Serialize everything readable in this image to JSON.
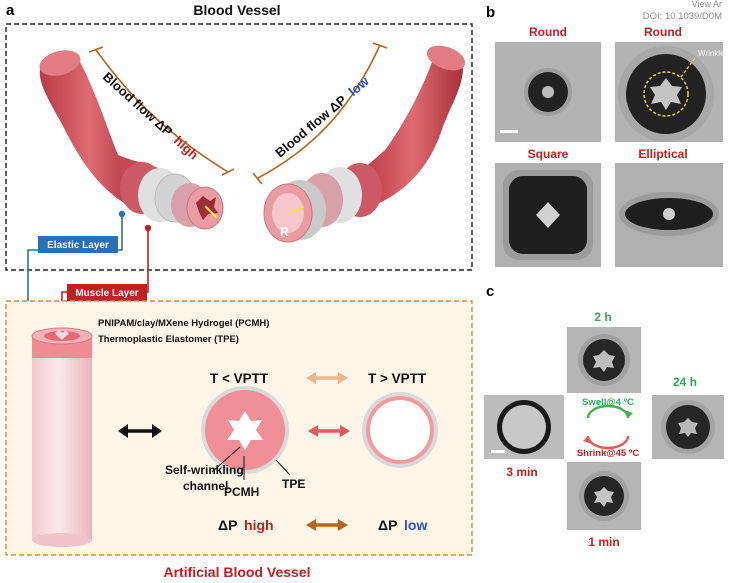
{
  "header": {
    "view_link": "View Ar",
    "doi": "DOI: 10.1039/D0M"
  },
  "panel_a": {
    "letter": "a",
    "top_title": "Blood Vessel",
    "flow_left_prefix": "Blood flow ΔP",
    "flow_left_suffix": "high",
    "flow_right_prefix": "Blood flow ΔP",
    "flow_right_suffix": "low",
    "radius_label": "R",
    "elastic_layer_label": "Elastic Layer",
    "muscle_layer_label": "Muscle Layer",
    "pcmh_label": "PNIPAM/clay/MXene Hydrogel (PCMH)",
    "tpe_label": "Thermoplastic Elastomer (TPE)",
    "t_low": "T < VPTT",
    "t_high": "T > VPTT",
    "self_wrinkling": "Self-wrinkling",
    "channel": "channel",
    "pcmh_short": "PCMH",
    "tpe_short": "TPE",
    "dp_prefix": "ΔP",
    "dp_high": "high",
    "dp_low": "low",
    "bottom_title": "Artificial Blood Vessel"
  },
  "panel_b": {
    "letter": "b",
    "round1": "Round",
    "round2": "Round",
    "wrinkles": "Wrinkles",
    "square": "Square",
    "elliptical": "Elliptical"
  },
  "panel_c": {
    "letter": "c",
    "t_2h": "2 h",
    "t_24h": "24 h",
    "t_3min": "3 min",
    "t_1min": "1 min",
    "swell": "Swell@4 ºC",
    "shrink": "Shrink@45 ºC"
  },
  "colors": {
    "dark_red": "#c0201f",
    "blue": "#2b6fb5",
    "green": "#3aa457",
    "vessel_red": "#c9464f",
    "hydrogel_pink": "#f29a9a",
    "box_fill": "#fdf6e8",
    "box_border": "#d68a3c"
  }
}
